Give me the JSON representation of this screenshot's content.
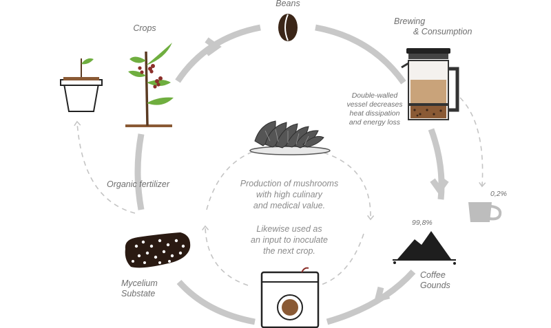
{
  "labels": {
    "beans": "Beans",
    "crops": "Crops",
    "brewing_line1": "Brewing",
    "brewing_line2": "& Consumption",
    "vessel_line1": "Double-walled",
    "vessel_line2": "vessel decreases",
    "vessel_line3": "heat dissipation",
    "vessel_line4": "and energy loss",
    "organic_fertilizer": "Organic fertilizer",
    "cup_percent": "0,2%",
    "grounds_percent": "99,8%",
    "coffee_line1": "Coffee",
    "coffee_line2": "Gounds",
    "mycelium_line1": "Mycelium",
    "mycelium_line2": "Substate",
    "mushrooms_line1": "Production of mushrooms",
    "mushrooms_line2": "with high culinary",
    "mushrooms_line3": "and medical value.",
    "inoculate_line1": "Likewise used as",
    "inoculate_line2": "an input to inoculate",
    "inoculate_line3": "the next crop."
  },
  "icons": {
    "beans": "coffee-bean-icon",
    "sprout": "sprout-pot-icon",
    "plant": "coffee-plant-icon",
    "press": "french-press-icon",
    "cup": "cup-icon",
    "grounds": "coffee-grounds-icon",
    "substrate": "mycelium-substrate-icon",
    "mushrooms": "mushroom-plate-icon",
    "bag": "grow-bag-icon"
  },
  "colors": {
    "ring": "#c8c8c8",
    "dashed": "#c4c4c4",
    "dark": "#1e1e1e",
    "coffee": "#8a5a35",
    "leaf": "#6fae3f"
  }
}
